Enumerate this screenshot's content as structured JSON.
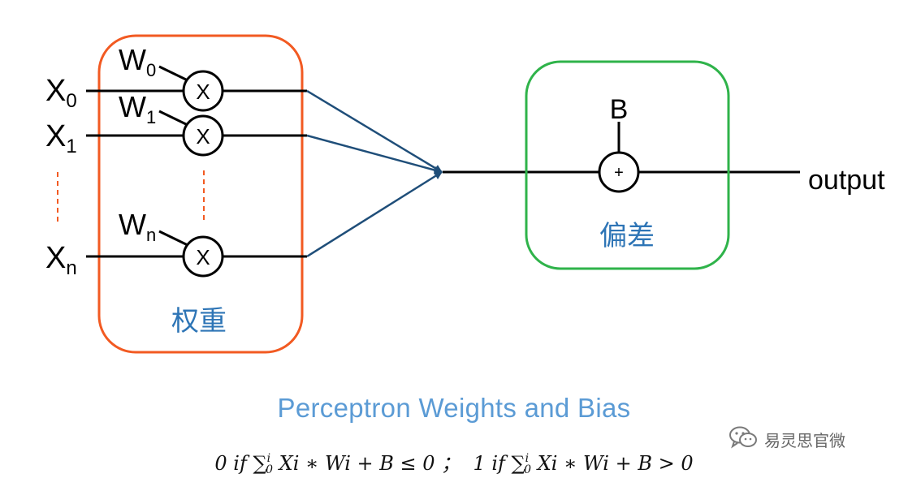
{
  "diagram": {
    "inputs": {
      "x0": {
        "base": "X",
        "sub": "0"
      },
      "x1": {
        "base": "X",
        "sub": "1"
      },
      "xn": {
        "base": "X",
        "sub": "n"
      }
    },
    "weights": {
      "w0": {
        "base": "W",
        "sub": "0"
      },
      "w1": {
        "base": "W",
        "sub": "1"
      },
      "wn": {
        "base": "W",
        "sub": "n"
      }
    },
    "multiply_symbol": "X",
    "weights_group_label": "权重",
    "bias_label": "B",
    "adder_symbol": "+",
    "bias_group_label": "偏差",
    "output_label": "output",
    "colors": {
      "weights_box": "#f25a22",
      "bias_box": "#2fb34a",
      "arrows": "#1f4e79",
      "group_label": "#2e75b6",
      "dashes": "#f25a22"
    }
  },
  "caption": "Perceptron Weights and Bias",
  "formula": {
    "left_prefix": "0 if ∑",
    "left_sup": "i",
    "left_sub": "0",
    "left_rest": "Xi ∗ Wi + B ≤ 0 ；",
    "right_prefix": "1 if ∑",
    "right_sup": "i",
    "right_sub": "0",
    "right_rest": "Xi ∗ Wi + B > 0"
  },
  "watermark": {
    "icon": "wechat-icon",
    "text": "易灵思官微"
  }
}
